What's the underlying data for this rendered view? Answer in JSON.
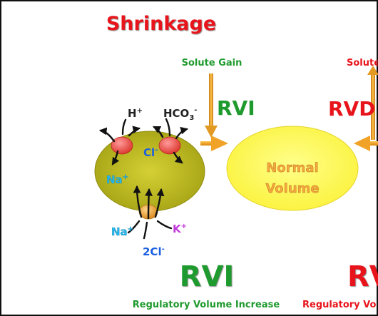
{
  "colors": {
    "red": "#e8141c",
    "green": "#1f9a2e",
    "orange": "#f39c1a",
    "blue": "#1c5fe0",
    "cyan": "#24b8ee",
    "magenta": "#c23ad8",
    "ellipse_olive": "#b5b21c",
    "ellipse_yellow": "#ffff55",
    "frame": "#111111"
  },
  "title": "Shrinkage",
  "solute_gain": "Solute Gain",
  "solute_loss": "Solute",
  "rvi_label": "RVI",
  "rvd_label": "RVD",
  "normal_volume": {
    "line1": "Normal",
    "line2": "Volume"
  },
  "ions": {
    "h": {
      "base": "H",
      "sup": "+"
    },
    "hco3": {
      "base": "HCO",
      "sub": "3",
      "sup": "-"
    },
    "na_inner": {
      "base": "Na",
      "sup": "+"
    },
    "cl_inner": {
      "base": "Cl",
      "sup": "-"
    },
    "na_outer": {
      "base": "Na",
      "sup": "+"
    },
    "k": {
      "base": "K",
      "sup": "+"
    },
    "two_cl": {
      "base": "2Cl",
      "sup": "-"
    }
  },
  "bottom": {
    "rvi_big": "RVI",
    "rv_big": "RV",
    "rvi_caption": "Regulatory Volume Increase",
    "rvd_caption": "Regulatory Vo"
  }
}
